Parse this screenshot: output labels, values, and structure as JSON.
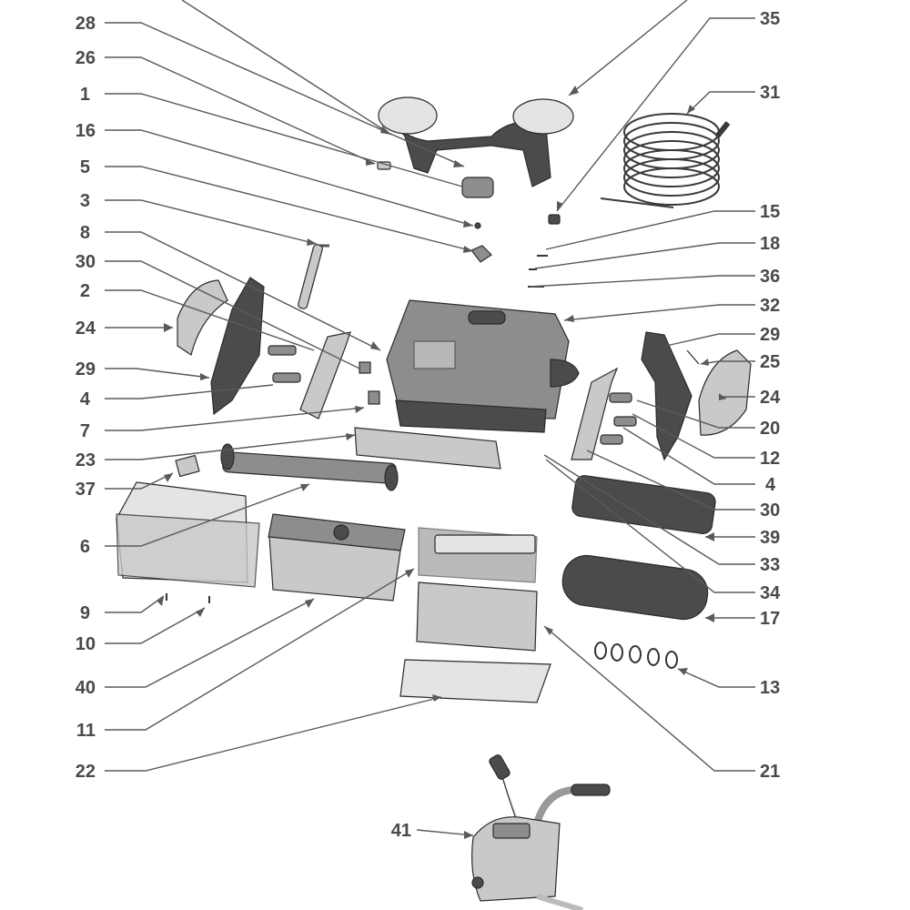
{
  "diagram": {
    "left_callouts": [
      {
        "id": "c28",
        "label": "28"
      },
      {
        "id": "c26",
        "label": "26"
      },
      {
        "id": "c1",
        "label": "1"
      },
      {
        "id": "c16",
        "label": "16"
      },
      {
        "id": "c5",
        "label": "5"
      },
      {
        "id": "c3",
        "label": "3"
      },
      {
        "id": "c8",
        "label": "8"
      },
      {
        "id": "c30l",
        "label": "30"
      },
      {
        "id": "c2",
        "label": "2"
      },
      {
        "id": "c24l",
        "label": "24"
      },
      {
        "id": "c29l",
        "label": "29"
      },
      {
        "id": "c4l",
        "label": "4"
      },
      {
        "id": "c7",
        "label": "7"
      },
      {
        "id": "c23",
        "label": "23"
      },
      {
        "id": "c37",
        "label": "37"
      },
      {
        "id": "c6",
        "label": "6"
      },
      {
        "id": "c9",
        "label": "9"
      },
      {
        "id": "c10",
        "label": "10"
      },
      {
        "id": "c40",
        "label": "40"
      },
      {
        "id": "c11",
        "label": "11"
      },
      {
        "id": "c22",
        "label": "22"
      },
      {
        "id": "c41",
        "label": "41"
      }
    ],
    "right_callouts": [
      {
        "id": "c35",
        "label": "35"
      },
      {
        "id": "c31",
        "label": "31"
      },
      {
        "id": "c15",
        "label": "15"
      },
      {
        "id": "c18",
        "label": "18"
      },
      {
        "id": "c36",
        "label": "36"
      },
      {
        "id": "c32",
        "label": "32"
      },
      {
        "id": "c29r",
        "label": "29"
      },
      {
        "id": "c25",
        "label": "25"
      },
      {
        "id": "c24r",
        "label": "24"
      },
      {
        "id": "c20",
        "label": "20"
      },
      {
        "id": "c12",
        "label": "12"
      },
      {
        "id": "c4r",
        "label": "4"
      },
      {
        "id": "c30r",
        "label": "30"
      },
      {
        "id": "c39",
        "label": "39"
      },
      {
        "id": "c33",
        "label": "33"
      },
      {
        "id": "c34",
        "label": "34"
      },
      {
        "id": "c17",
        "label": "17"
      },
      {
        "id": "c13",
        "label": "13"
      },
      {
        "id": "c21",
        "label": "21"
      }
    ]
  }
}
